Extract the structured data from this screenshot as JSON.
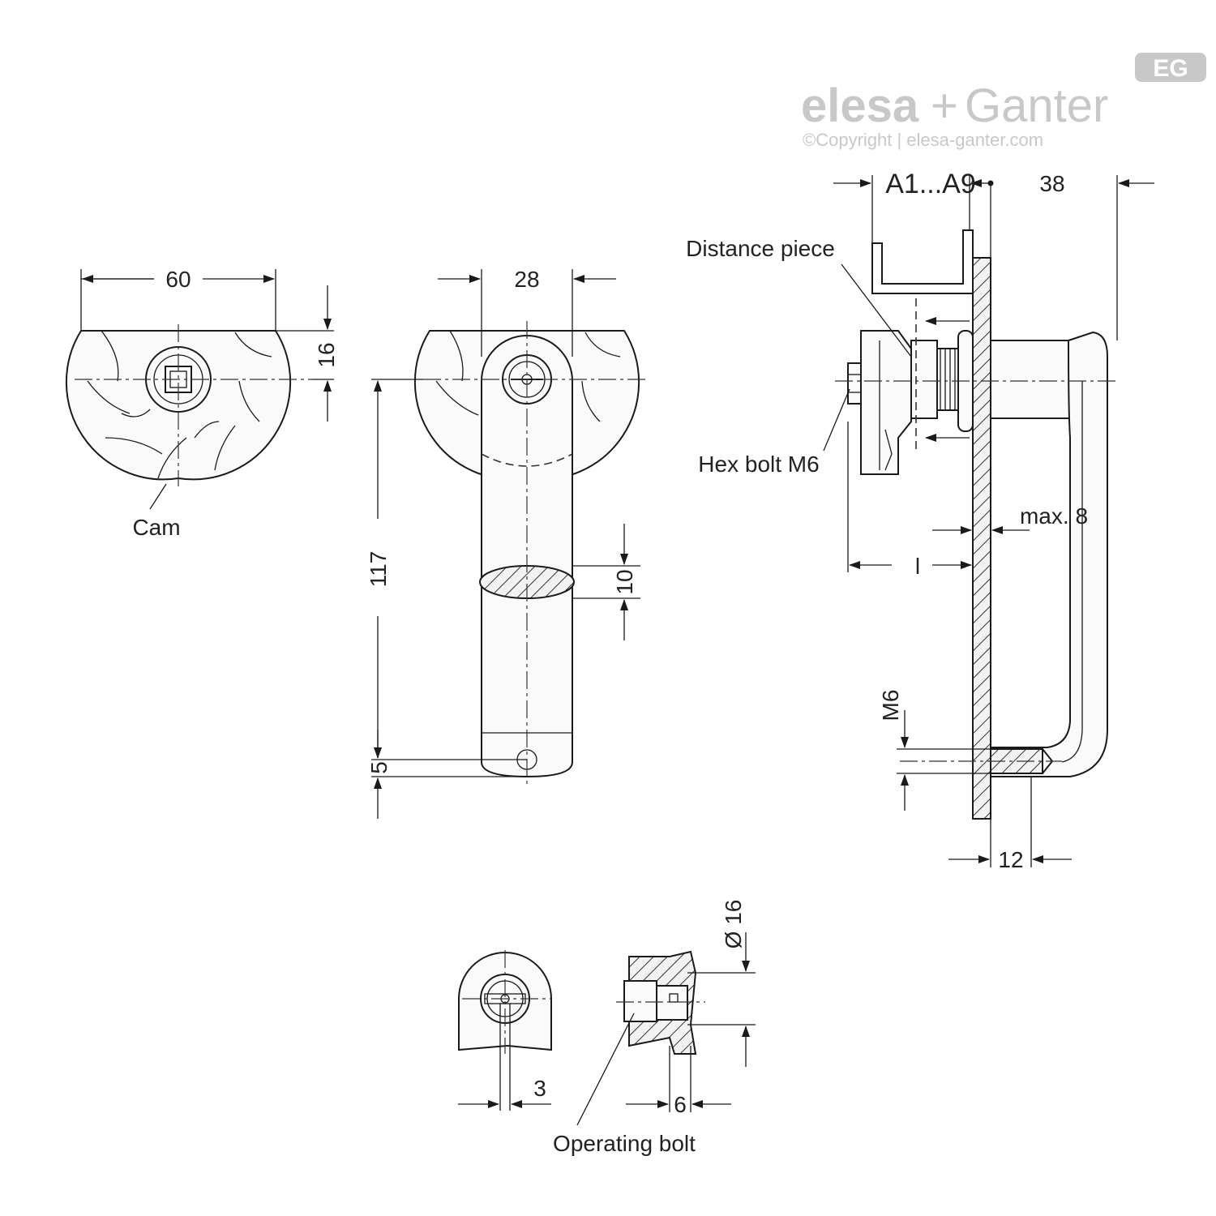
{
  "logo": {
    "brand_left": "elesa",
    "brand_plus": "+",
    "brand_right": "Ganter",
    "copyright": "©Copyright | elesa-ganter.com",
    "badge": "EG"
  },
  "dimensions": {
    "cam_width": "60",
    "cam_height": "16",
    "lever_width": "28",
    "lever_length": "117",
    "lever_section": "10",
    "lever_end": "5",
    "offset_range": "A1...A9",
    "handle_depth": "38",
    "wall_max": "max. 8",
    "length_l": "l",
    "thread": "M6",
    "thread_depth": "12",
    "diameter": "Ø 16",
    "slot_width": "3",
    "bolt_depth": "6"
  },
  "labels": {
    "cam": "Cam",
    "distance_piece": "Distance piece",
    "hex_bolt": "Hex bolt M6",
    "operating_bolt": "Operating bolt"
  }
}
